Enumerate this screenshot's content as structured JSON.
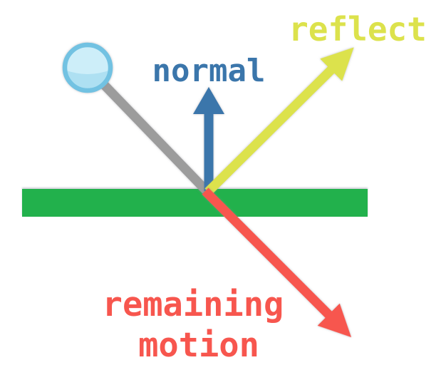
{
  "diagram": {
    "labels": {
      "normal": "normal",
      "reflect": "reflect",
      "remaining_line1": "remaining",
      "remaining_line2": "motion"
    },
    "colors": {
      "background": "#ffffff",
      "normal_blue": "#3b76ab",
      "reflect_yellow": "#dce24c",
      "remaining_red": "#f7564e",
      "surface_green": "#22b14c",
      "path_gray": "#9c9c9c",
      "ball_fill": "#aee0f2",
      "ball_gloss": "#cdeef9",
      "ball_outline": "#72c2e2"
    }
  }
}
